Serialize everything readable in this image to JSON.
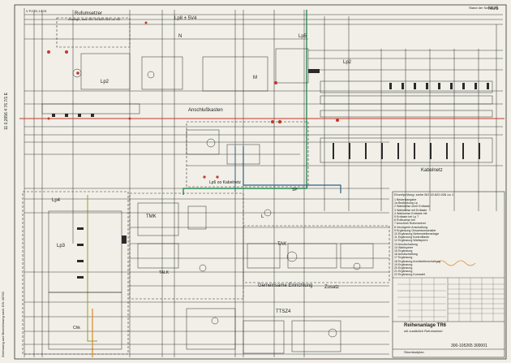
{
  "sheet": {
    "top_left_code": "V P2,22,14,15",
    "left_vertical_code": "11 0,2656 4 76.7/1 E",
    "left_notes": "Zeichnung und Bezeichnung nach DIN 40700",
    "top_right_title": "NUS",
    "top_right_sub": "Stand der Schaltung"
  },
  "blocks": {
    "rufumsetzer": "Rufumsetzer",
    "rufumsetzer_sub": "Anzeige, aus: BO 15.620.023 oo 43/",
    "lp8": "Lp8",
    "lp8_sub": "Lp8 ± 5V4",
    "lp5": "Lp5",
    "lp2_left": "Lp2",
    "lp2_right": "Lp2",
    "n": "N",
    "anschlusskasten": "Anschlußkasten",
    "kabelnetz": "Kabelnetz",
    "lp6": "Lp6",
    "lp6_sub": "Lp6 oo  Kabelnetz",
    "lp4": "Lp4",
    "lp3": "Lp3",
    "tak": "TAK",
    "tmk": "TMK",
    "talk": "TALK",
    "gemeinsame": "Gemeinsame  Einrichtung",
    "zusatz": "Zusatz",
    "ttsz": "TTSZ4",
    "sp": "SP",
    "m": "M",
    "l": "L",
    "chk": "Chk"
  },
  "notes_header": "Einzelprüfung: siehe BO 15.620.026 oo 1",
  "notes": [
    "1  Bedarfsangabe",
    "1a Bestückung Lp",
    "2  Wahlweise ohne Erdtaste",
    "3  Wahlweise mit Erdtaste",
    "4  Wahlweise Erdtaste mit",
    "5  Erdtaste bei Lp 7",
    "6  Rufbuchse bei",
    "7  Anschluß Rufumsetzer",
    "8  Verzögerte Anschaltung",
    "9  Ergänzung Gesamtumschalter",
    "10 Ergänzung Nebenstellenanlage",
    "11 Ergänzung Kontrolltaste",
    "12 Ergänzung Wahlsperre",
    "13 Anrufschaltung",
    "14 Wahlsperre",
    "15 Ergänzung",
    "16 Anrufschaltung",
    "17 Ergänzung",
    "18 Ergänzung Anrufweiterschaltung",
    "19 Ergänzung",
    "20 Ergänzung",
    "21 Ergänzung",
    "22 Ergänzung Kurzwahl"
  ],
  "title_block": {
    "title": "Reihenanlage TR6",
    "subtitle": "mit zusätzlich Rufumsetzer",
    "drawing_no": "300-105265 300001",
    "company": "Stromlaufplan"
  },
  "colors": {
    "wire": "#2a2a2a",
    "red_bus": "#c0392b",
    "green_bus": "#2e8b57",
    "blue_bus": "#2c5f8a",
    "orange_bus": "#d98b2b",
    "red_dot": "#c0392b"
  }
}
